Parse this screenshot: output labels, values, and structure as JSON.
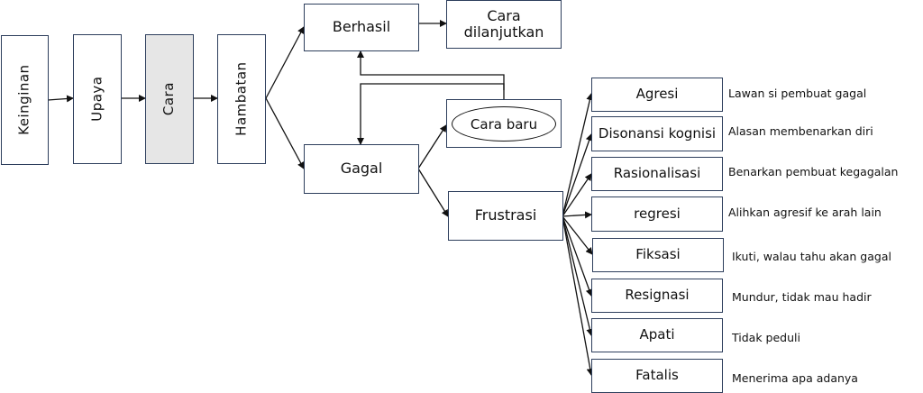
{
  "stages": {
    "keinginan": "Keinginan",
    "upaya": "Upaya",
    "cara": "Cara",
    "hambatan": "Hambatan"
  },
  "outcomes": {
    "berhasil": "Berhasil",
    "cara_dilanjutkan": "Cara dilanjutkan",
    "gagal": "Gagal",
    "cara_baru": "Cara baru",
    "frustrasi": "Frustrasi"
  },
  "reactions": [
    {
      "label": "Agresi",
      "desc": "Lawan si pembuat gagal"
    },
    {
      "label": "Disonansi kognisi",
      "desc": "Alasan membenarkan diri"
    },
    {
      "label": "Rasionalisasi",
      "desc": "Benarkan pembuat kegagalan"
    },
    {
      "label": "regresi",
      "desc": "Alihkan agresif ke arah lain"
    },
    {
      "label": "Fiksasi",
      "desc": "Ikuti, walau tahu akan gagal"
    },
    {
      "label": "Resignasi",
      "desc": "Mundur, tidak mau hadir"
    },
    {
      "label": "Apati",
      "desc": "Tidak peduli"
    },
    {
      "label": "Fatalis",
      "desc": "Menerima apa adanya"
    }
  ],
  "colors": {
    "box_border": "#2d3e5c",
    "shaded_fill": "#e6e6e6",
    "line": "#111111"
  }
}
